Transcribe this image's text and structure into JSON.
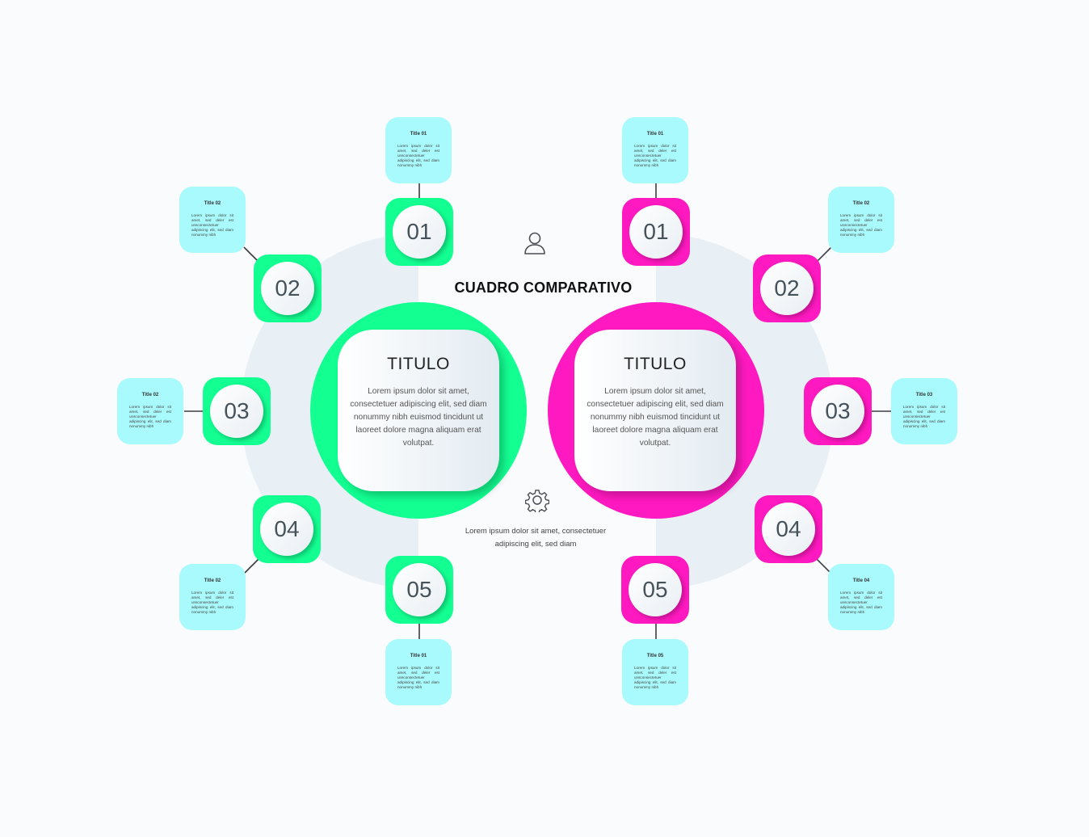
{
  "title": "CUADRO COMPARATIVO",
  "bottom_text": "Lorem ipsum dolor sit amet, consectetuer adipiscing elit, sed diam",
  "icons": {
    "top": "user-icon",
    "bottom": "gear-icon"
  },
  "colors": {
    "left_accent": "#13ff92",
    "right_accent": "#ff19c0",
    "card": "#a9fafd",
    "background_halo": "#e8eff5"
  },
  "left": {
    "heading": "TITULO",
    "text": "Lorem ipsum dolor sit amet, consectetuer adipiscing elit, sed diam nonummy nibh euismod tincidunt ut laoreet dolore magna aliquam erat volutpat.",
    "items": [
      {
        "number": "01",
        "title": "Title 01",
        "text": "Lorem ipsum dolor sit amet, sed deler est unsconsectetuer adipiscing elit, sed diam nonummy nibh"
      },
      {
        "number": "02",
        "title": "Title 02",
        "text": "Lorem ipsum dolor sit amet, sed deler est unsconsectetuer adipiscing elit, sed diam nonummy nibh"
      },
      {
        "number": "03",
        "title": "Title 02",
        "text": "Lorem ipsum dolor sit amet, sed deler est unsconsectetuer adipiscing elit, sed diam nonummy nibh"
      },
      {
        "number": "04",
        "title": "Title 02",
        "text": "Lorem ipsum dolor sit amet, sed deler est unsconsectetuer adipiscing elit, sed diam nonummy nibh"
      },
      {
        "number": "05",
        "title": "Title 01",
        "text": "Lorem ipsum dolor sit amet, sed deler est unsconsectetuer adipiscing elit, sed diam nonummy nibh"
      }
    ]
  },
  "right": {
    "heading": "TITULO",
    "text": "Lorem ipsum dolor sit amet, consectetuer adipiscing elit, sed diam nonummy nibh euismod tincidunt ut laoreet dolore magna aliquam erat volutpat.",
    "items": [
      {
        "number": "01",
        "title": "Title 01",
        "text": "Lorem ipsum dolor sit amet, sed deler est unsconsectetuer adipiscing elit, sed diam nonummy nibh"
      },
      {
        "number": "02",
        "title": "Title 02",
        "text": "Lorem ipsum dolor sit amet, sed deler est unsconsectetuer adipiscing elit, sed diam nonummy nibh"
      },
      {
        "number": "03",
        "title": "Title 03",
        "text": "Lorem ipsum dolor sit amet, sed deler est unsconsectetuer adipiscing elit, sed diam nonummy nibh"
      },
      {
        "number": "04",
        "title": "Title 04",
        "text": "Lorem ipsum dolor sit amet, sed deler est unsconsectetuer adipiscing elit, sed diam nonummy nibh"
      },
      {
        "number": "05",
        "title": "Title 05",
        "text": "Lorem ipsum dolor sit amet, sed deler est unsconsectetuer adipiscing elit, sed diam nonummy nibh"
      }
    ]
  }
}
